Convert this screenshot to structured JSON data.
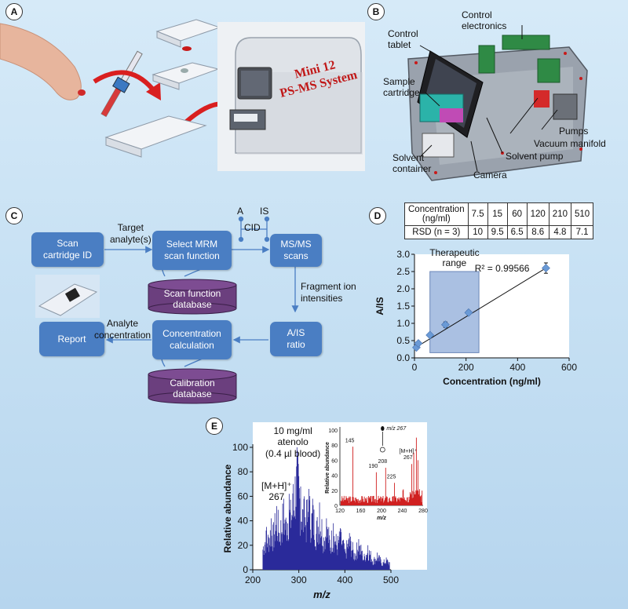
{
  "panels": {
    "a": "A",
    "b": "B",
    "c": "C",
    "d": "D",
    "e": "E"
  },
  "panel_a": {
    "device_label": "Mini 12\nPS-MS System"
  },
  "panel_b": {
    "callouts": {
      "control_electronics": "Control\nelectronics",
      "control_tablet": "Control\ntablet",
      "sample_cartridge": "Sample\ncartridge",
      "pumps": "Pumps",
      "vacuum_manifold": "Vacuum manifold",
      "solvent_pump": "Solvent pump",
      "solvent_container": "Solvent\ncontainer",
      "camera": "Camera"
    }
  },
  "panel_c": {
    "boxes": {
      "scan_cartridge": "Scan\ncartridge ID",
      "select_mrm": "Select MRM\nscan function",
      "msms": "MS/MS\nscans",
      "ais_ratio": "A/IS\nratio",
      "concentration": "Concentration\ncalculation",
      "report": "Report"
    },
    "databases": {
      "scan_function": "Scan function\ndatabase",
      "calibration": "Calibration\ndatabase"
    },
    "labels": {
      "target_analyte": "Target\nanalyte(s)",
      "a": "A",
      "is": "IS",
      "cid": "CID",
      "fragment": "Fragment ion\nintensities",
      "analyte_conc": "Analyte\nconcentration"
    },
    "colors": {
      "box": "#4a7ec3",
      "db": "#6b3f7e"
    }
  },
  "panel_d": {
    "table": {
      "row1_head": "Concentration\n(ng/ml)",
      "row2_head": "RSD (n = 3)",
      "conc": [
        "7.5",
        "15",
        "60",
        "120",
        "210",
        "510"
      ],
      "rsd": [
        "10",
        "9.5",
        "6.5",
        "8.6",
        "4.8",
        "7.1"
      ]
    }
  },
  "panel_e": {
    "annot_main": "10 mg/ml\natenolo\n(0.4 µl blood)",
    "mh_main": "[M+H]⁺\n267",
    "inset": {
      "parent_label": "m/z 267",
      "peaks": [
        "145",
        "190",
        "208",
        "225",
        "[M+H]⁺\n267"
      ]
    }
  },
  "chart_data": [
    {
      "type": "scatter",
      "panel": "D",
      "xlabel": "Concentration (ng/ml)",
      "ylabel": "A/IS",
      "xlim": [
        0,
        600
      ],
      "ylim": [
        0,
        3.0
      ],
      "xticks": [
        "0",
        "200",
        "400",
        "600"
      ],
      "yticks": [
        "0.0",
        "0.5",
        "1.0",
        "1.5",
        "2.0",
        "2.5",
        "3.0"
      ],
      "x": [
        7.5,
        15,
        60,
        120,
        210,
        510
      ],
      "y": [
        0.3,
        0.42,
        0.66,
        0.96,
        1.31,
        2.6
      ],
      "error": [
        0.04,
        0.05,
        0.05,
        0.08,
        0.06,
        0.15
      ],
      "fit": {
        "slope": 0.00455,
        "intercept": 0.28
      },
      "annotation": "R² = 0.99566",
      "region": {
        "label": "Therapeutic\nrange",
        "x": [
          60,
          250
        ],
        "y": [
          0.15,
          2.5
        ]
      },
      "color": "#6a9ad6"
    },
    {
      "type": "line",
      "panel": "E",
      "xlabel": "m/z",
      "ylabel": "Relative abundance",
      "xlim": [
        200,
        500
      ],
      "ylim": [
        0,
        100
      ],
      "xticks": [
        "200",
        "300",
        "400",
        "500"
      ],
      "yticks": [
        "0",
        "20",
        "40",
        "60",
        "80",
        "100"
      ],
      "peaks": [
        [
          230,
          35
        ],
        [
          240,
          42
        ],
        [
          252,
          52
        ],
        [
          267,
          58
        ],
        [
          279,
          62
        ],
        [
          288,
          70
        ],
        [
          296,
          100
        ],
        [
          304,
          68
        ],
        [
          312,
          60
        ],
        [
          322,
          66
        ],
        [
          330,
          58
        ],
        [
          345,
          55
        ],
        [
          360,
          42
        ],
        [
          375,
          38
        ],
        [
          390,
          34
        ],
        [
          410,
          30
        ],
        [
          430,
          25
        ],
        [
          450,
          20
        ],
        [
          470,
          14
        ],
        [
          490,
          10
        ]
      ],
      "color": "#2a2a9a"
    },
    {
      "type": "line",
      "panel": "E-inset",
      "xlabel": "m/z",
      "ylabel": "Relative abundance",
      "xlim": [
        120,
        280
      ],
      "ylim": [
        0,
        100
      ],
      "xticks": [
        "120",
        "160",
        "200",
        "240",
        "280"
      ],
      "yticks": [
        "0",
        "20",
        "40",
        "60",
        "80",
        "100"
      ],
      "peaks": [
        [
          145,
          78
        ],
        [
          190,
          44
        ],
        [
          208,
          50
        ],
        [
          225,
          30
        ],
        [
          258,
          55
        ],
        [
          262,
          70
        ],
        [
          267,
          90
        ],
        [
          270,
          60
        ]
      ],
      "color": "#d02020"
    }
  ]
}
